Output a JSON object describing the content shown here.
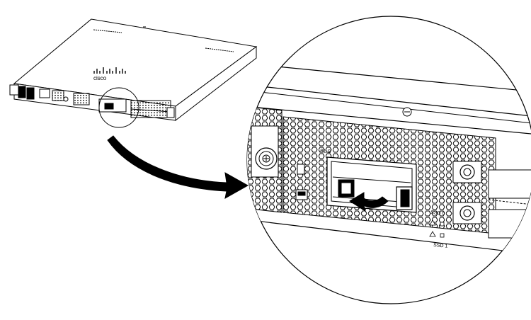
{
  "labels": {
    "slot": "B1.S",
    "ssd0": "SSD 0",
    "ssd1": "SSD 1"
  },
  "colors": {
    "line": "#000000",
    "fill": "#ffffff",
    "arrow": "#000000"
  },
  "icons": {
    "brand_logo": "cisco-logo-icon",
    "removal_arrow": "curved-arrow-left-icon",
    "pointer_arrow": "callout-arrow-icon"
  }
}
